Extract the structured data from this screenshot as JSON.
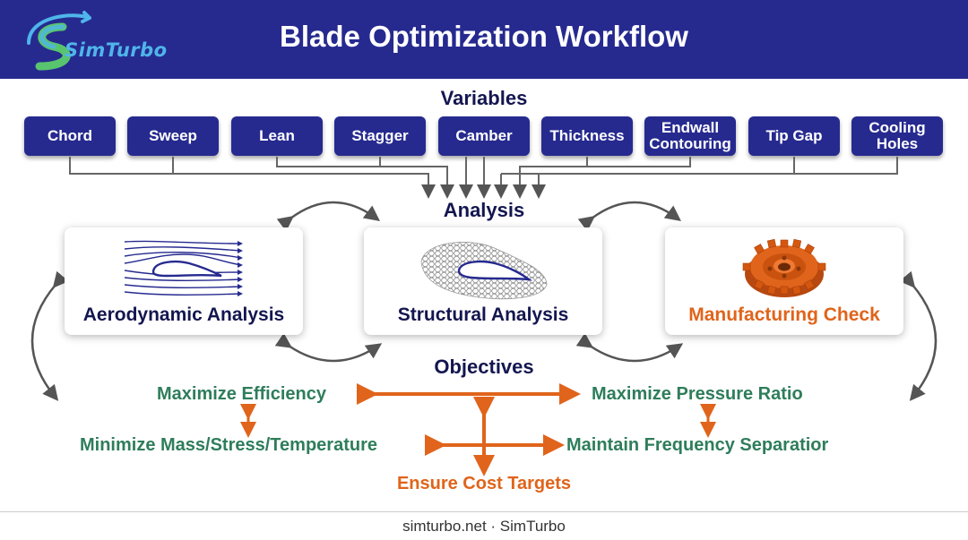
{
  "header": {
    "title": "Blade Optimization Workflow",
    "logo_text": "SimTurbo",
    "background": "#262a8f"
  },
  "variables": {
    "heading": "Variables",
    "items": [
      {
        "label": "Chord"
      },
      {
        "label": "Sweep"
      },
      {
        "label": "Lean"
      },
      {
        "label": "Stagger"
      },
      {
        "label": "Camber"
      },
      {
        "label": "Thickness"
      },
      {
        "label": "Endwall Contouring"
      },
      {
        "label": "Tip Gap"
      },
      {
        "label": "Cooling Holes"
      }
    ]
  },
  "analysis": {
    "heading": "Analysis",
    "cards": [
      {
        "label": "Aerodynamic Analysis",
        "icon": "airfoil-flow-icon",
        "color": "#13164f"
      },
      {
        "label": "Structural Analysis",
        "icon": "airfoil-mesh-icon",
        "color": "#13164f"
      },
      {
        "label": "Manufacturing Check",
        "icon": "gear-icon",
        "color": "#e0641b"
      }
    ]
  },
  "objectives": {
    "heading": "Objectives",
    "maximize_efficiency": "Maximize Efficiency",
    "maximize_pressure_ratio": "Maximize Pressure Ratio",
    "minimize_mass": "Minimize Mass/Stress/Temperature",
    "maintain_frequency": "Maintain Frequency Separatior",
    "ensure_cost": "Ensure Cost Targets",
    "green": "#2e7d5b",
    "orange": "#e0641b"
  },
  "footer": {
    "text": "simturbo.net · SimTurbo"
  }
}
